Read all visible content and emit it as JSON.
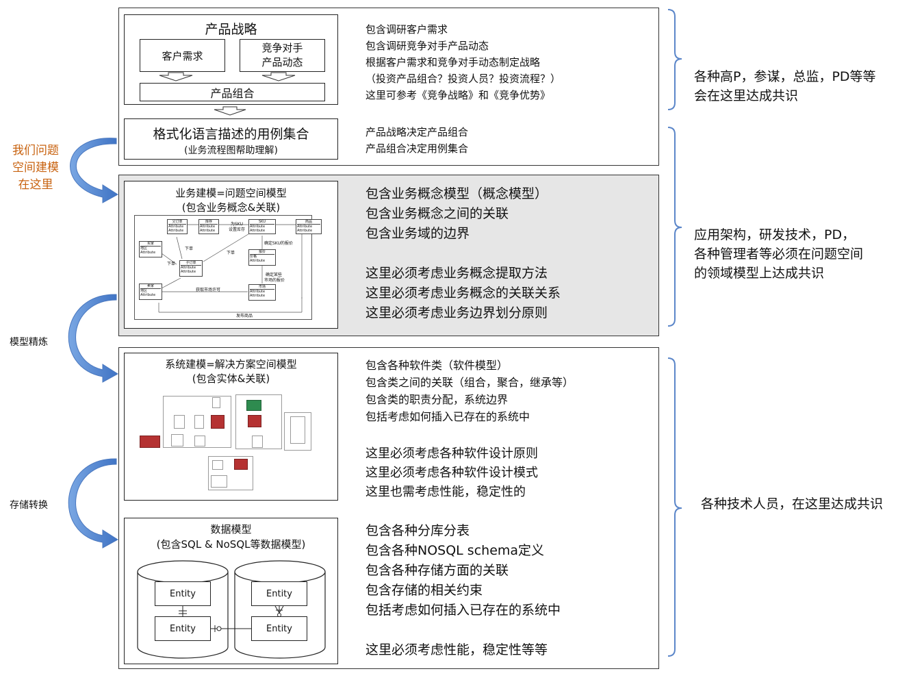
{
  "left_labels": {
    "problem_space": [
      "我们问题",
      "空间建模",
      "在这里"
    ],
    "model_refine": "模型精炼",
    "storage_convert": "存储转换"
  },
  "strategy": {
    "title": "产品战略",
    "customer_needs": "客户需求",
    "competitor": [
      "竞争对手",
      "产品动态"
    ],
    "portfolio": "产品组合",
    "usecase_title": "格式化语言描述的用例集合",
    "usecase_sub": "(业务流程图帮助理解)",
    "notes1": [
      "包含调研客户需求",
      "包含调研竞争对手产品动态",
      "根据客户需求和竞争对手动态制定战略",
      "（投资产品组合？投资人员？投资流程？）",
      "这里可参考《竞争战略》和《竞争优势》"
    ],
    "notes2": [
      "产品战略决定产品组合",
      "产品组合决定用例集合"
    ]
  },
  "business": {
    "title": "业务建模=问题空间模型",
    "subtitle": "(包含业务概念&关联)",
    "notes": [
      "包含业务概念模型（概念模型）",
      "包含业务概念之间的关联",
      "包含业务域的边界",
      "",
      "这里必须考虑业务概念提取方法",
      "这里必须考虑业务概念的关联关系",
      "这里必须考虑业务边界划分原则"
    ],
    "uml": {
      "classes": [
        "父订单",
        "库存",
        "SKU",
        "商品",
        "买家",
        "子订单",
        "卖家",
        "报价",
        "市场"
      ],
      "attr": "Attribute",
      "region": "地区",
      "price": "价格",
      "labels": [
        "为SKU",
        "设置库存",
        "下单",
        "下单",
        "下单",
        "确定SKU的报价",
        "确定某些",
        "市场的报价",
        "获取市场许可",
        "发布商品"
      ]
    }
  },
  "system": {
    "title": "系统建模=解决方案空间模型",
    "subtitle": "(包含实体&关联)",
    "notes": [
      "包含各种软件类（软件模型）",
      "包含类之间的关联（组合，聚合，继承等）",
      "包含类的职责分配，系统边界",
      "包括考虑如何插入已存在的系统中",
      "",
      "这里必须考虑各种软件设计原则",
      "这里必须考虑各种软件设计模式",
      "这里也需考虑性能，稳定性的"
    ]
  },
  "data_model": {
    "title": "数据模型",
    "subtitle": "(包含SQL & NoSQL等数据模型)",
    "entity": "Entity",
    "notes": [
      "包含各种分库分表",
      "包含各种NOSQL schema定义",
      "包含各种存储方面的关联",
      "包含存储的相关约束",
      "包括考虑如何插入已存在的系统中",
      "",
      "这里必须考虑性能，稳定性等等"
    ]
  },
  "right": {
    "r1": [
      "各种高P，参谋，总监，PD等等",
      "会在这里达成共识"
    ],
    "r2": [
      "应用架构，研发技术，PD，",
      "各种管理者等必须在问题空间",
      "的领域模型上达成共识"
    ],
    "r3": "各种技术人员，在这里达成共识"
  },
  "colors": {
    "orange": "#c8620f",
    "arrow_blue": "#5b8fd6",
    "brace": "#5b86c9",
    "gray_panel": "#e6e6e6"
  }
}
